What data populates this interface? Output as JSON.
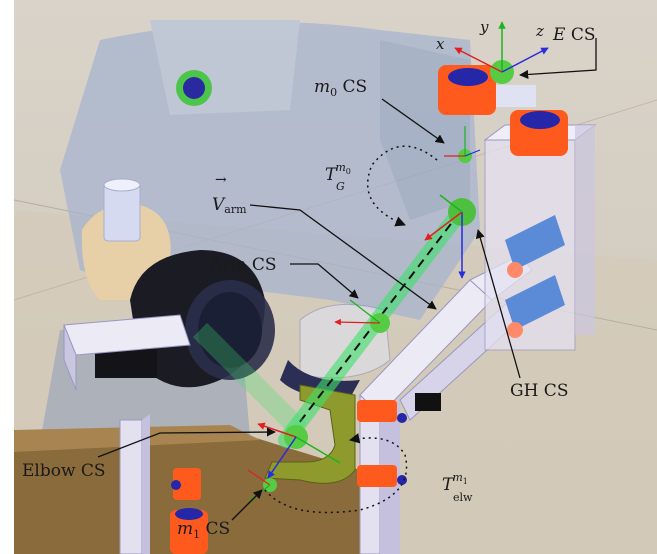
{
  "labels": {
    "e_cs": {
      "prefix": "E",
      "suffix": " CS"
    },
    "m0_cs": {
      "var": "m",
      "sub": "0",
      "suffix": " CS"
    },
    "tg_m0": {
      "var": "T",
      "sub": "G",
      "sup_var": "m",
      "sup_sub": "0"
    },
    "v_arm": {
      "arrow": "→",
      "var": "V",
      "sub": "arm"
    },
    "arm_cs": "Arm CS",
    "gh_cs": "GH CS",
    "elbow_cs": "Elbow CS",
    "m1_cs": {
      "var": "m",
      "sub": "1",
      "suffix": " CS"
    },
    "telw_m1": {
      "var": "T",
      "sub": "elw",
      "sup_var": "m",
      "sup_sub": "1"
    }
  },
  "axes": {
    "x": "x",
    "y": "y",
    "z": "z"
  },
  "colors": {
    "robot_frame": "#e3e0f0",
    "robot_joint": "#ff5a1e",
    "joint_cap": "#2626a8",
    "arm_vector": "#3ce06a",
    "cs_marker": "#55cc44",
    "axis_x": "#e02020",
    "axis_y": "#1cb41c",
    "axis_z": "#2a2ae0",
    "limb": "#9aa8c8",
    "floor": "#d8cdbb"
  }
}
